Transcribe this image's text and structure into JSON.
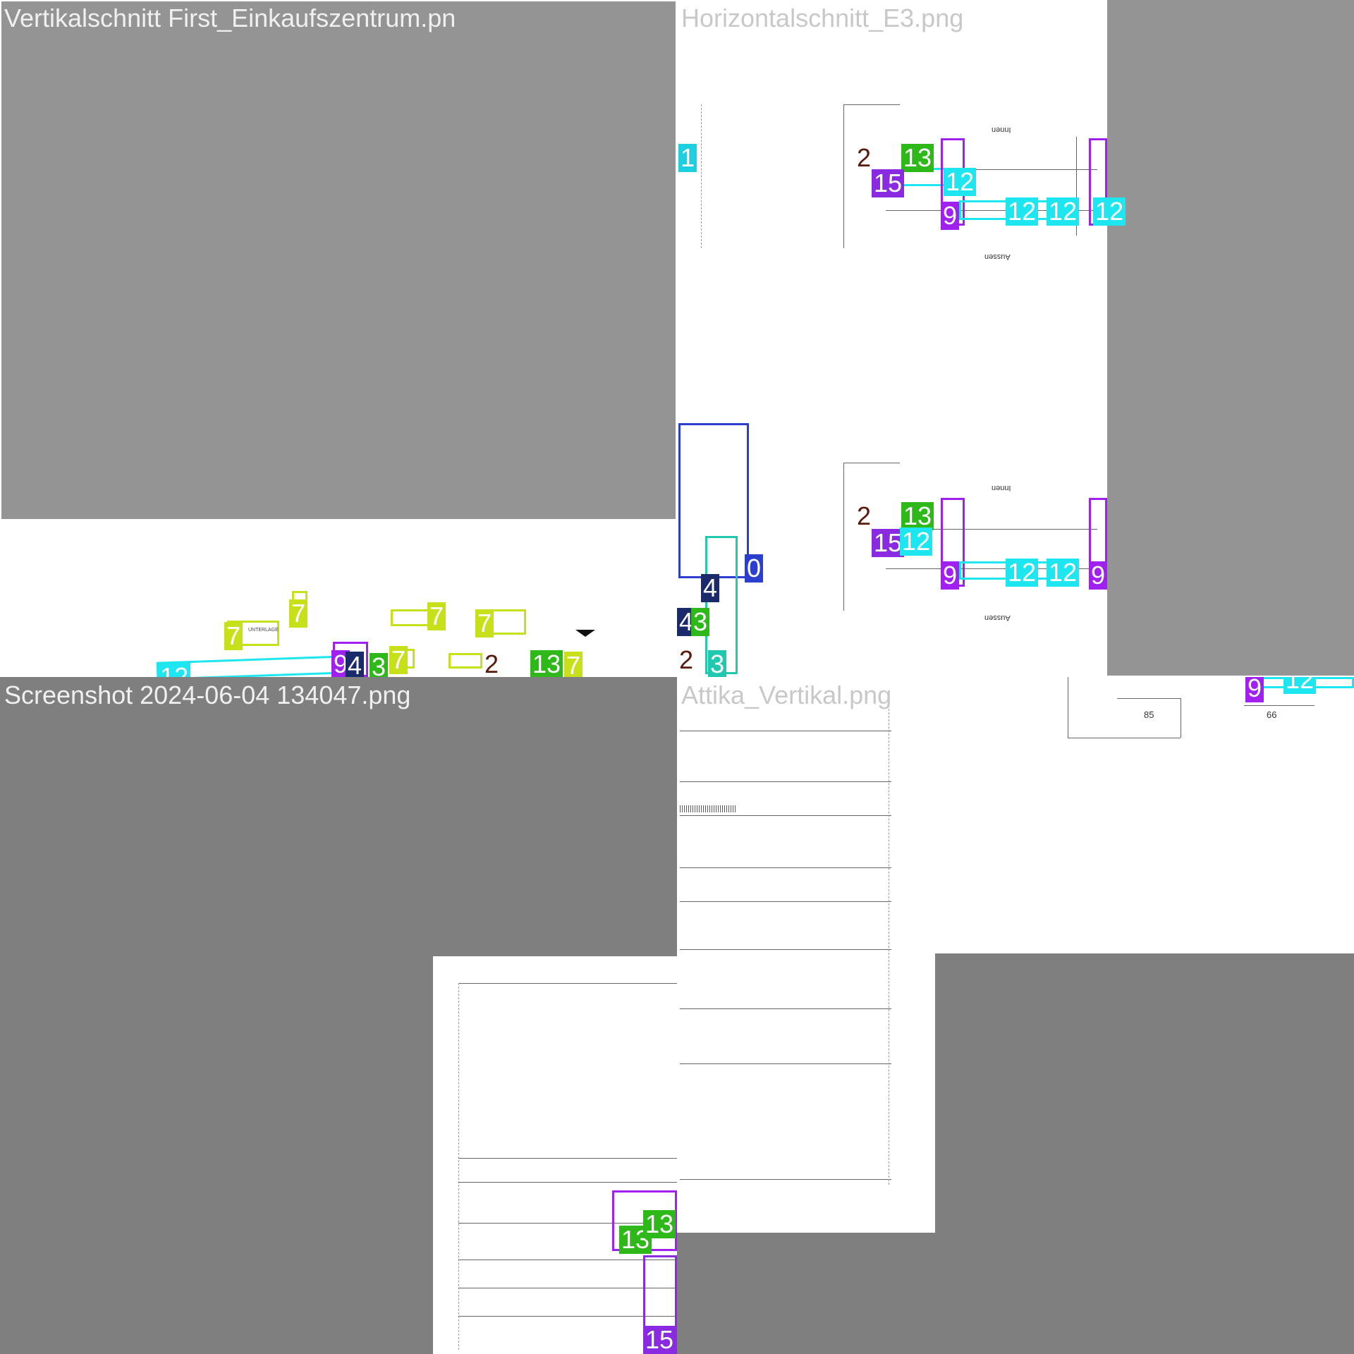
{
  "panels": {
    "top_left": {
      "title": "Vertikalschnitt First_Einkaufszentrum.pn"
    },
    "top_right": {
      "title": "Horizontalschnitt_E3.png"
    },
    "bottom_left": {
      "title": "Screenshot 2024-06-04 134047.png"
    },
    "bottom_right": {
      "title": "Attika_Vertikal.png"
    }
  },
  "drawing_text": {
    "innen": "Innen",
    "aussen": "Aussen",
    "dim_85": "85",
    "dim_66": "66"
  },
  "colors": {
    "class_0": "#2b3fcf",
    "class_1": "#1ecfe0",
    "class_2": "#5a1a0a",
    "class_3": "#22c7b0",
    "class_4": "#1b2a6b",
    "class_7": "#c8e01a",
    "class_9": "#a020f0",
    "class_12": "#1ee6f0",
    "class_13": "#2eb81a",
    "class_15": "#8a2be2",
    "gray_panel": "#949494",
    "gray_panel_dark": "#7f7f7f"
  },
  "labels": {
    "l0": "0",
    "l1": "1",
    "l2": "2",
    "l3": "3",
    "l4": "4",
    "l7": "7",
    "l9": "9",
    "l12": "12",
    "l13": "13",
    "l15": "15"
  }
}
